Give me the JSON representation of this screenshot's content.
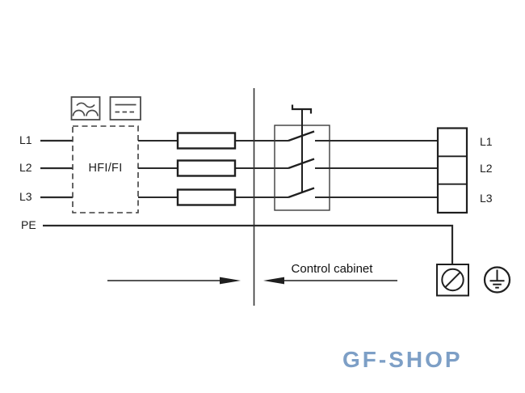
{
  "diagram": {
    "incoming_lines": [
      {
        "label": "L1"
      },
      {
        "label": "L2"
      },
      {
        "label": "L3"
      },
      {
        "label": "PE"
      }
    ],
    "outgoing_lines": [
      {
        "label": "L1"
      },
      {
        "label": "L2"
      },
      {
        "label": "L3"
      }
    ],
    "rcd_label": "HFI/FI",
    "cabinet_label": "Control cabinet",
    "icons": {
      "rcd_type_left": "ac-pulsating-wave-icon",
      "rcd_type_right": "dc-line-icon",
      "fuse": "fuse-symbol",
      "switch": "three-pole-switch-symbol",
      "screw": "screw-terminal-icon",
      "earth": "earth-ground-icon",
      "arrows": [
        "arrow-right-icon",
        "arrow-left-icon"
      ]
    }
  },
  "watermark": {
    "text": "GF-SHOP",
    "color": "#7d9fc6"
  },
  "colors": {
    "background": "#ffffff",
    "line": "#2a2a2a"
  }
}
